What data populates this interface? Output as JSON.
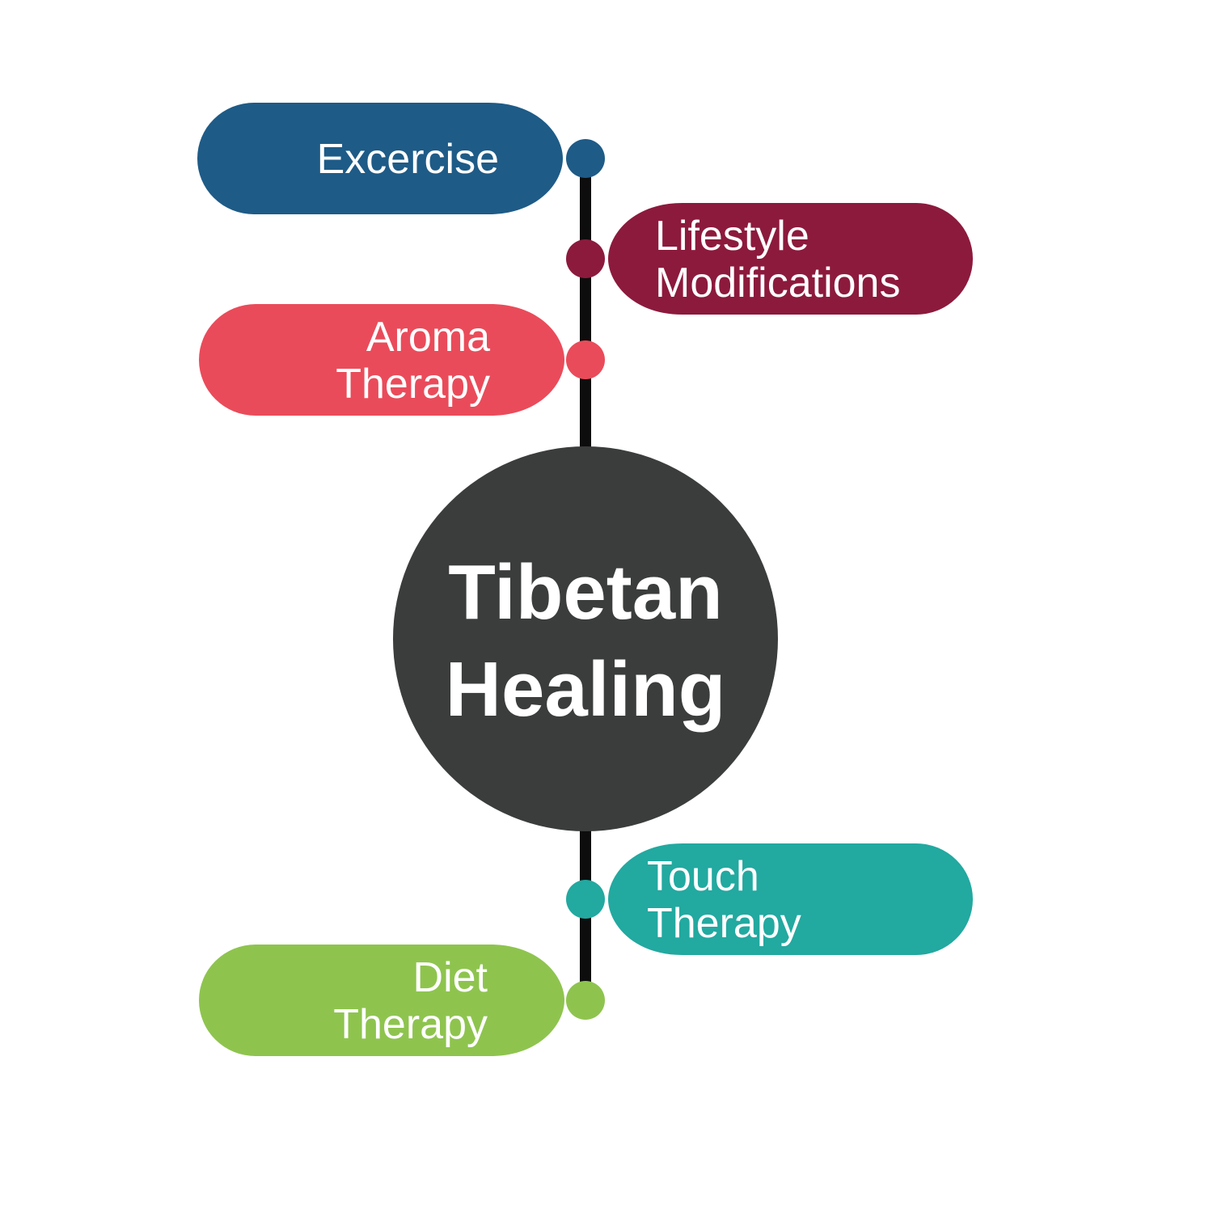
{
  "center": {
    "line1": "Tibetan",
    "line2": "Healing",
    "color": "#3b3d3c"
  },
  "spine_color": "#0d0d0d",
  "nodes": [
    {
      "id": "excercise",
      "lines": [
        "Excercise"
      ],
      "side": "left",
      "color": "#1e5b87"
    },
    {
      "id": "lifestyle-modifications",
      "lines": [
        "Lifestyle",
        "Modifications"
      ],
      "side": "right",
      "color": "#8c1a3d"
    },
    {
      "id": "aroma-therapy",
      "lines": [
        "Aroma",
        "Therapy"
      ],
      "side": "left",
      "color": "#ea4b5a"
    },
    {
      "id": "touch-therapy",
      "lines": [
        "Touch",
        "Therapy"
      ],
      "side": "right",
      "color": "#22a9a0"
    },
    {
      "id": "diet-therapy",
      "lines": [
        "Diet",
        "Therapy"
      ],
      "side": "left",
      "color": "#8ec44e"
    }
  ]
}
